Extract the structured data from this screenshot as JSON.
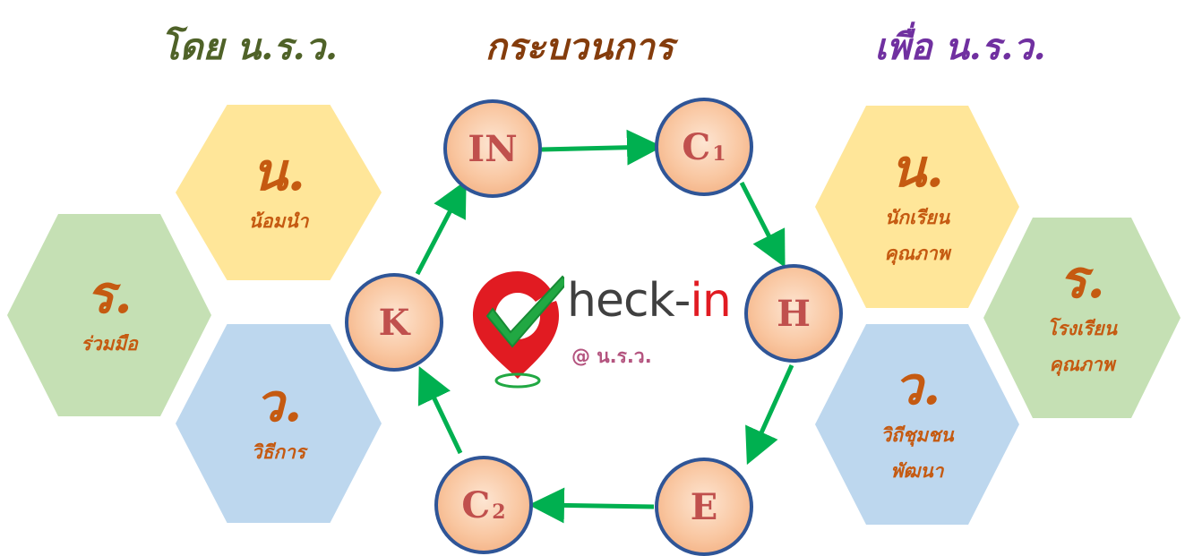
{
  "headings": {
    "left": "โดย น.ร.ว.",
    "center": "กระบวนการ",
    "right": "เพื่อ น.ร.ว."
  },
  "left_hexes": [
    {
      "letter": "น.",
      "lines": [
        "น้อมนำ"
      ]
    },
    {
      "letter": "ร.",
      "lines": [
        "ร่วมมือ"
      ]
    },
    {
      "letter": "ว.",
      "lines": [
        "วิธีการ"
      ]
    }
  ],
  "right_hexes": [
    {
      "letter": "น.",
      "lines": [
        "นักเรียน",
        "คุณภาพ"
      ]
    },
    {
      "letter": "ร.",
      "lines": [
        "โรงเรียน",
        "คุณภาพ"
      ]
    },
    {
      "letter": "ว.",
      "lines": [
        "วิถีชุมชน",
        "พัฒนา"
      ]
    }
  ],
  "cycle_nodes": [
    {
      "label": "IN",
      "sub": ""
    },
    {
      "label": "C",
      "sub": "1"
    },
    {
      "label": "H",
      "sub": ""
    },
    {
      "label": "E",
      "sub": ""
    },
    {
      "label": "C",
      "sub": "2"
    },
    {
      "label": "K",
      "sub": ""
    }
  ],
  "logo": {
    "text_main": "heck-",
    "text_accent": "in",
    "subtitle": "@ น.ร.ว."
  },
  "colors": {
    "left_heading": "#4f6228",
    "center_heading": "#843c0c",
    "right_heading": "#7030a0",
    "hex_text": "#c55a11",
    "hex_yellow": "#ffe699",
    "hex_green": "#c5e0b4",
    "hex_blue": "#bdd7ee",
    "node_border": "#2f5597",
    "node_text": "#c0504d",
    "arrow": "#00b050",
    "logo_red": "#e11b22",
    "logo_green": "#21a843"
  }
}
